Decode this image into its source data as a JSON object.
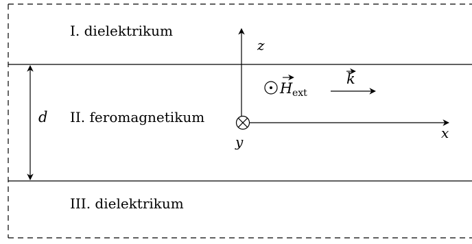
{
  "regions": {
    "top": "I. dielektrikum",
    "middle": "II. feromagnetikum",
    "bottom": "III. dielektrikum"
  },
  "axes": {
    "z": "z",
    "x": "x",
    "y": "y"
  },
  "thickness_label": "d",
  "field": {
    "symbol": "H",
    "subscript": "ext",
    "out_of_plane_marker": "⊙"
  },
  "wavevector": {
    "symbol": "k"
  },
  "colors": {
    "ink": "#000000",
    "background": "#ffffff"
  }
}
